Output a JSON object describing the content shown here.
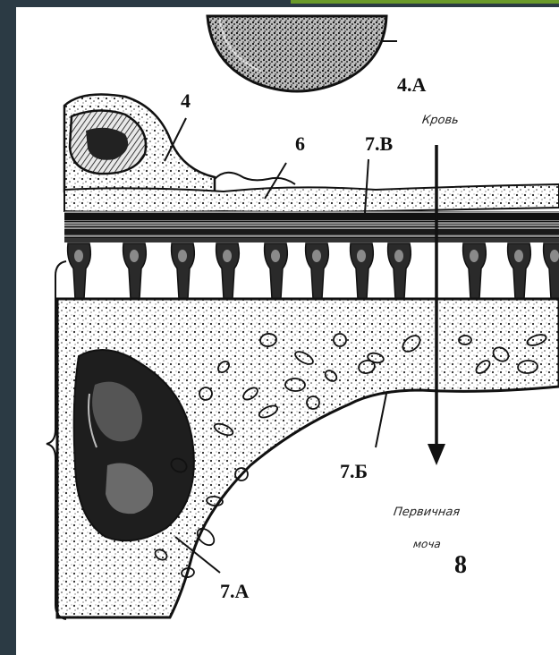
{
  "labels": {
    "l_4a": "4.A",
    "l_4": "4",
    "l_6": "6",
    "l_7v": "7.В",
    "l_7b": "7.Б",
    "l_7a": "7.А",
    "l_8": "8"
  },
  "annotations": {
    "blood": "Кровь",
    "primary_urine_1": "Первичная",
    "primary_urine_2": "моча"
  },
  "colors": {
    "frame": "#2b3a44",
    "accent": "#6a9a2a",
    "ink": "#111111"
  }
}
